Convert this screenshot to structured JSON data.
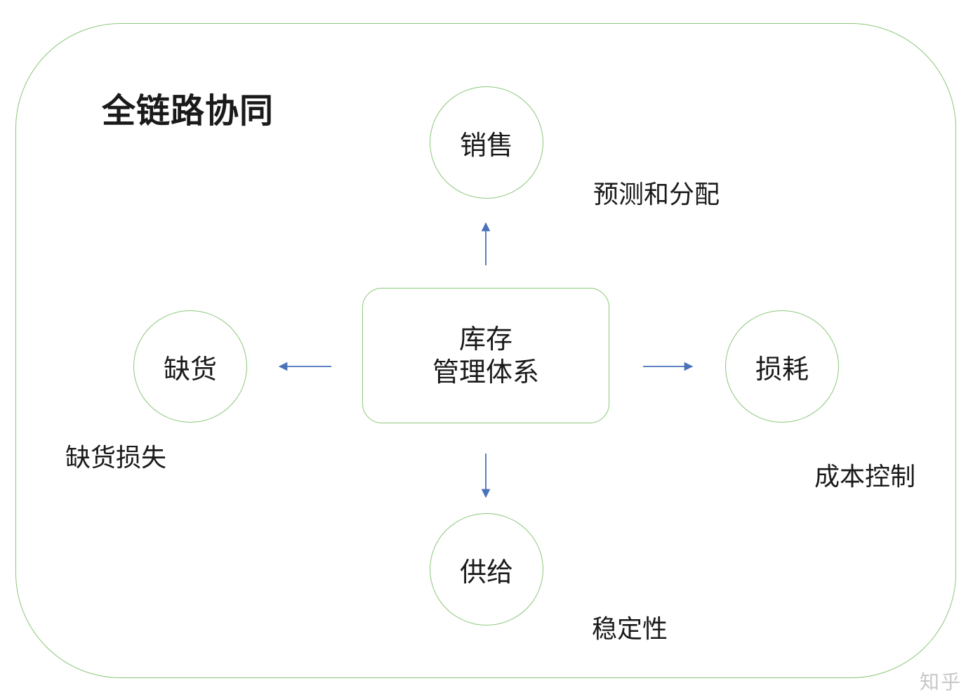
{
  "title": "全链路协同",
  "center": {
    "line1": "库存",
    "line2": "管理体系"
  },
  "nodes": {
    "top": "销售",
    "left": "缺货",
    "right": "损耗",
    "bottom": "供给"
  },
  "notes": {
    "top": "预测和分配",
    "left": "缺货损失",
    "right": "成本控制",
    "bottom": "稳定性"
  },
  "watermark": "知乎",
  "colors": {
    "border": "#8bc77a",
    "arrow": "#4a72b8"
  }
}
